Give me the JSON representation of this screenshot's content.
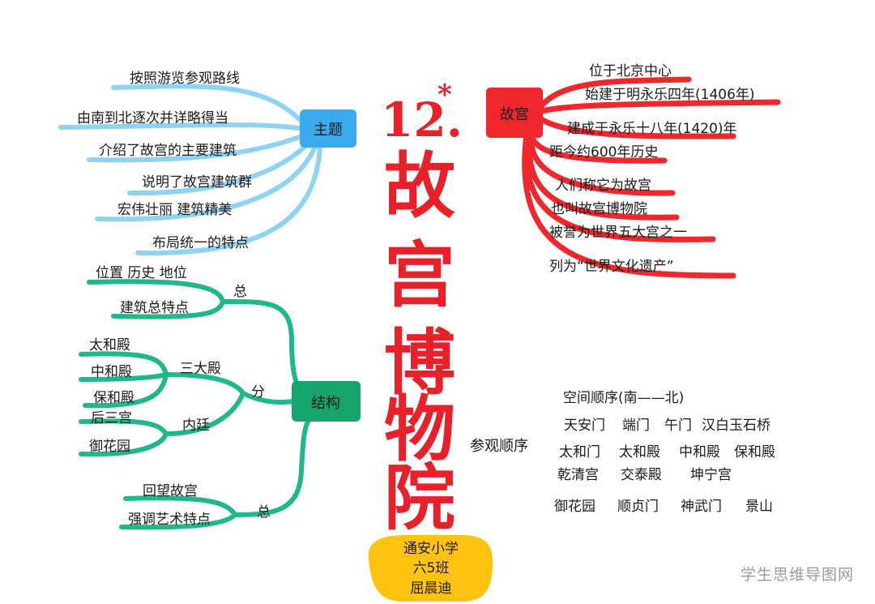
{
  "title": {
    "number": "12.",
    "star": "*",
    "chars": [
      "故",
      "宫",
      "博",
      "物",
      "院"
    ]
  },
  "branches": {
    "theme": {
      "label": "主题",
      "color": "#8fd3f4",
      "box_color": "#3aa9ee",
      "items": [
        "按照游览参观路线",
        "由南到北逐次并详略得当",
        "介绍了故宫的主要建筑",
        "说明了故宫建筑群",
        "宏伟壮丽  建筑精美",
        "布局统一的特点"
      ]
    },
    "palace": {
      "label": "故宫",
      "color": "#f0282d",
      "items": [
        "位于北京中心",
        "始建于明永乐四年(1406年)",
        "建成于永乐十八年(1420)年",
        "距今约600年历史",
        "人们称它为故宫",
        "也叫故宫博物院",
        "被誉为世界五大宫之一",
        "列为“世界文化遗产”"
      ]
    },
    "structure": {
      "label": "结构",
      "color": "#1fb88a",
      "box_color": "#17a36b",
      "zong1": {
        "label": "总",
        "items": [
          "位置 历史 地位",
          "建筑总特点"
        ]
      },
      "fen": {
        "label": "分",
        "sanda": {
          "label": "三大殿",
          "items": [
            "太和殿",
            "中和殿",
            "保和殿"
          ]
        },
        "neiting": {
          "label": "内廷",
          "items": [
            "后三宫",
            "御花园"
          ]
        }
      },
      "zong2": {
        "label": "总",
        "items": [
          "回望故宫",
          "强调艺术特点"
        ]
      }
    },
    "order": {
      "label": "参观顺序",
      "heading": "空间顺序(南——北)",
      "rows": [
        [
          "天安门",
          "端门",
          "午门",
          "汉白玉石桥"
        ],
        [
          "太和门",
          "太和殿",
          "中和殿",
          "保和殿"
        ],
        [
          "乾清宫",
          "交泰殿",
          "坤宁宫"
        ],
        [
          "御花园",
          "顺贞门",
          "神武门",
          "景山"
        ]
      ]
    }
  },
  "author": {
    "color": "#ffc20e",
    "lines": [
      "通安小学",
      "六5班",
      "屈晨迪"
    ]
  },
  "watermark": "学生思维导图网"
}
